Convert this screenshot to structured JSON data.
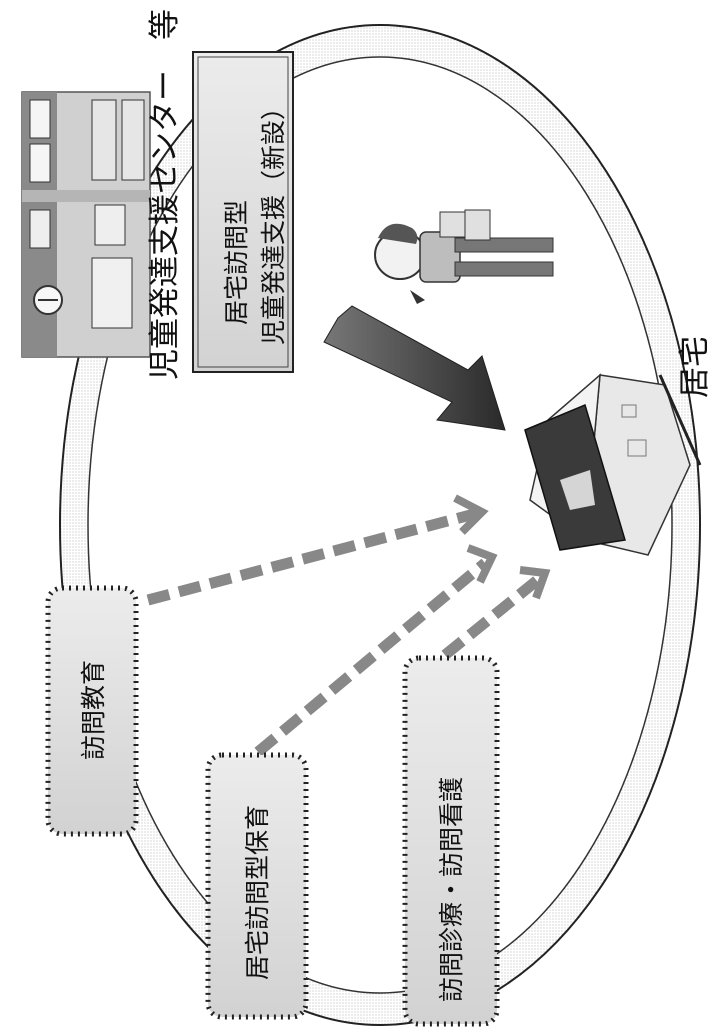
{
  "diagram": {
    "center_heading": "児童発達支援センター",
    "center_heading_suffix": "等",
    "new_service_line1": "居宅訪問型",
    "new_service_line2": "児童発達支援（新設）",
    "home_label": "居宅",
    "boxes": {
      "visiting_education": "訪問教育",
      "home_visit_childcare": "居宅訪問型保育",
      "visiting_medical_nursing": "訪問診療・訪問看護"
    }
  }
}
